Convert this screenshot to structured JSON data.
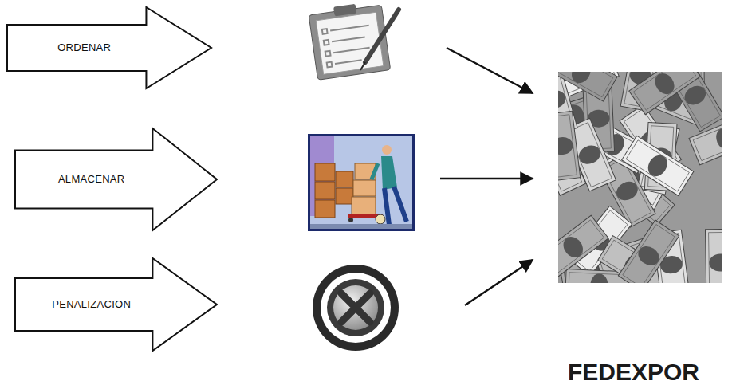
{
  "diagram": {
    "nodes": [
      {
        "text": [
          "ORDENAR"
        ]
      },
      {
        "text": [
          "ALMACENAR"
        ]
      },
      {
        "text": [
          "PENALIZACION"
        ]
      }
    ],
    "labels": [
      "FEDEXPOR"
    ]
  }
}
